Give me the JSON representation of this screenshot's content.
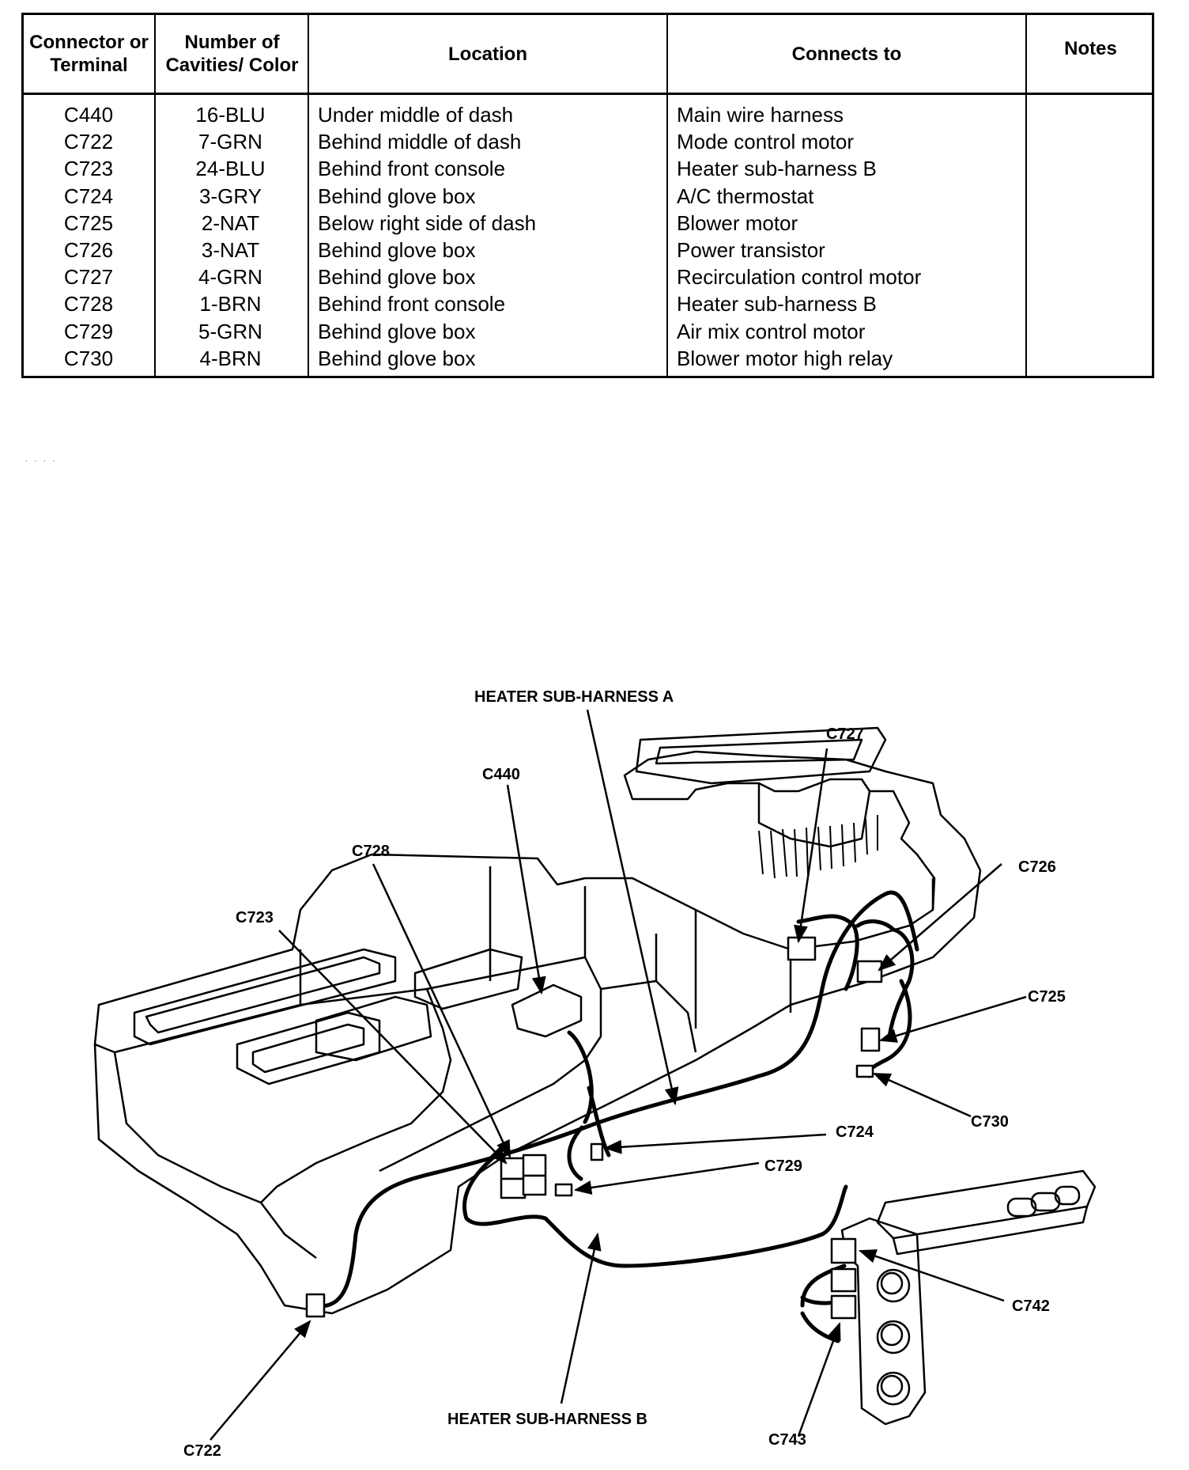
{
  "table": {
    "headers": {
      "connector": "Connector or Terminal",
      "cavities": "Number of Cavities/ Color",
      "location": "Location",
      "connects_to": "Connects to",
      "notes": "Notes"
    },
    "rows": [
      {
        "connector": "C440",
        "cavities": "16-BLU",
        "location": "Under middle of dash",
        "connects_to": "Main wire harness",
        "notes": ""
      },
      {
        "connector": "C722",
        "cavities": "7-GRN",
        "location": "Behind middle of dash",
        "connects_to": "Mode control motor",
        "notes": ""
      },
      {
        "connector": "C723",
        "cavities": "24-BLU",
        "location": "Behind front console",
        "connects_to": "Heater sub-harness B",
        "notes": ""
      },
      {
        "connector": "C724",
        "cavities": "3-GRY",
        "location": "Behind glove box",
        "connects_to": "A/C thermostat",
        "notes": ""
      },
      {
        "connector": "C725",
        "cavities": "2-NAT",
        "location": "Below right side of dash",
        "connects_to": "Blower motor",
        "notes": ""
      },
      {
        "connector": "C726",
        "cavities": "3-NAT",
        "location": "Behind glove box",
        "connects_to": "Power transistor",
        "notes": ""
      },
      {
        "connector": "C727",
        "cavities": "4-GRN",
        "location": "Behind glove box",
        "connects_to": "Recirculation control motor",
        "notes": ""
      },
      {
        "connector": "C728",
        "cavities": "1-BRN",
        "location": "Behind front console",
        "connects_to": "Heater sub-harness B",
        "notes": ""
      },
      {
        "connector": "C729",
        "cavities": "5-GRN",
        "location": "Behind glove box",
        "connects_to": "Air mix control motor",
        "notes": ""
      },
      {
        "connector": "C730",
        "cavities": "4-BRN",
        "location": "Behind glove box",
        "connects_to": "Blower motor high relay",
        "notes": ""
      }
    ]
  },
  "diagram": {
    "labels": {
      "harness_a": "HEATER SUB-HARNESS A",
      "harness_b": "HEATER SUB-HARNESS B",
      "c440": "C440",
      "c722": "C722",
      "c723": "C723",
      "c724": "C724",
      "c725": "C725",
      "c726": "C726",
      "c727": "C727",
      "c728": "C728",
      "c729": "C729",
      "c730": "C730",
      "c742": "C742",
      "c743": "C743"
    }
  }
}
